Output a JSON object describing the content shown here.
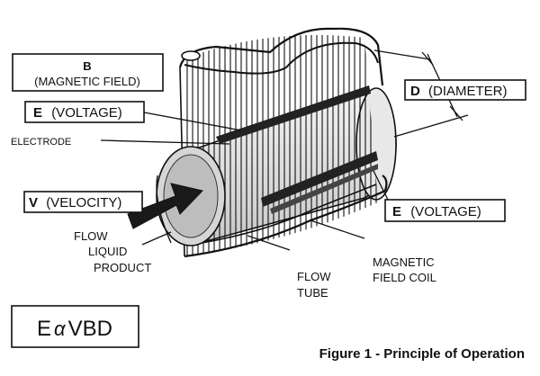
{
  "labels": {
    "b_letter": "B",
    "b_text": "(MAGNETIC FIELD)",
    "e_top_letter": "E",
    "e_top_text": "(VOLTAGE)",
    "electrode": "ELECTRODE",
    "v_letter": "V",
    "v_text": "(VELOCITY)",
    "flow_liquid_line1": "FLOW",
    "flow_liquid_line2": "LIQUID",
    "flow_liquid_line3": "PRODUCT",
    "d_letter": "D",
    "d_text": "(DIAMETER)",
    "e_bottom_letter": "E",
    "e_bottom_text": "(VOLTAGE)",
    "magnetic_line1": "MAGNETIC",
    "magnetic_line2": "FIELD COIL",
    "flow_tube_line1": "FLOW",
    "flow_tube_line2": "TUBE"
  },
  "formula": {
    "lhs": "E",
    "symbol": "α",
    "rhs": "VBD"
  },
  "caption": "Figure 1 - Principle of Operation",
  "colors": {
    "ink": "#111111",
    "tube_shade": "#d2d2d2",
    "tube_light": "#f2f2f2",
    "arrow_fill": "#1a1a1a"
  }
}
